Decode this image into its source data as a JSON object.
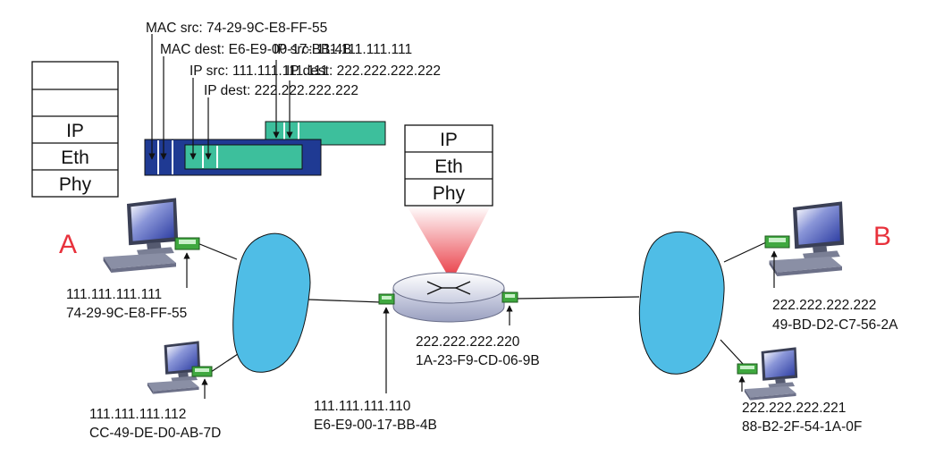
{
  "hosts": {
    "a_label": "A",
    "b_label": "B"
  },
  "stack_left": [
    "",
    "",
    "IP",
    "Eth",
    "Phy"
  ],
  "stack_router": [
    "IP",
    "Eth",
    "Phy"
  ],
  "frame_labels": {
    "mac_src": "MAC src: 74-29-9C-E8-FF-55",
    "mac_dest": "MAC dest: E6-E9-00-17-BB-4B",
    "ip_src_outer": "IP src: 111.111.111.111",
    "ip_dest_outer": "IP dest: 222.222.222.222",
    "ip_src_inner": "IP src: 111.111.111.111",
    "ip_dest_inner": "IP dest: 222.222.222.222"
  },
  "addresses": {
    "host_a_ip": "111.111.111.111",
    "host_a_mac": "74-29-9C-E8-FF-55",
    "host_c_ip": "111.111.111.112",
    "host_c_mac": "CC-49-DE-D0-AB-7D",
    "router_left_ip": "111.111.111.110",
    "router_left_mac": "E6-E9-00-17-BB-4B",
    "router_right_ip": "222.222.222.220",
    "router_right_mac": "1A-23-F9-CD-06-9B",
    "host_b_ip": "222.222.222.222",
    "host_b_mac": "49-BD-D2-C7-56-2A",
    "host_d_ip": "222.222.222.221",
    "host_d_mac": "88-B2-2F-54-1A-0F"
  },
  "colors": {
    "cloud": "#4fbde6",
    "frame_dark": "#1f3a93",
    "datagram": "#3dbf9c",
    "host_letter": "#e8323c",
    "nic": "#3fa83f",
    "router_beam": "#e8323c"
  }
}
